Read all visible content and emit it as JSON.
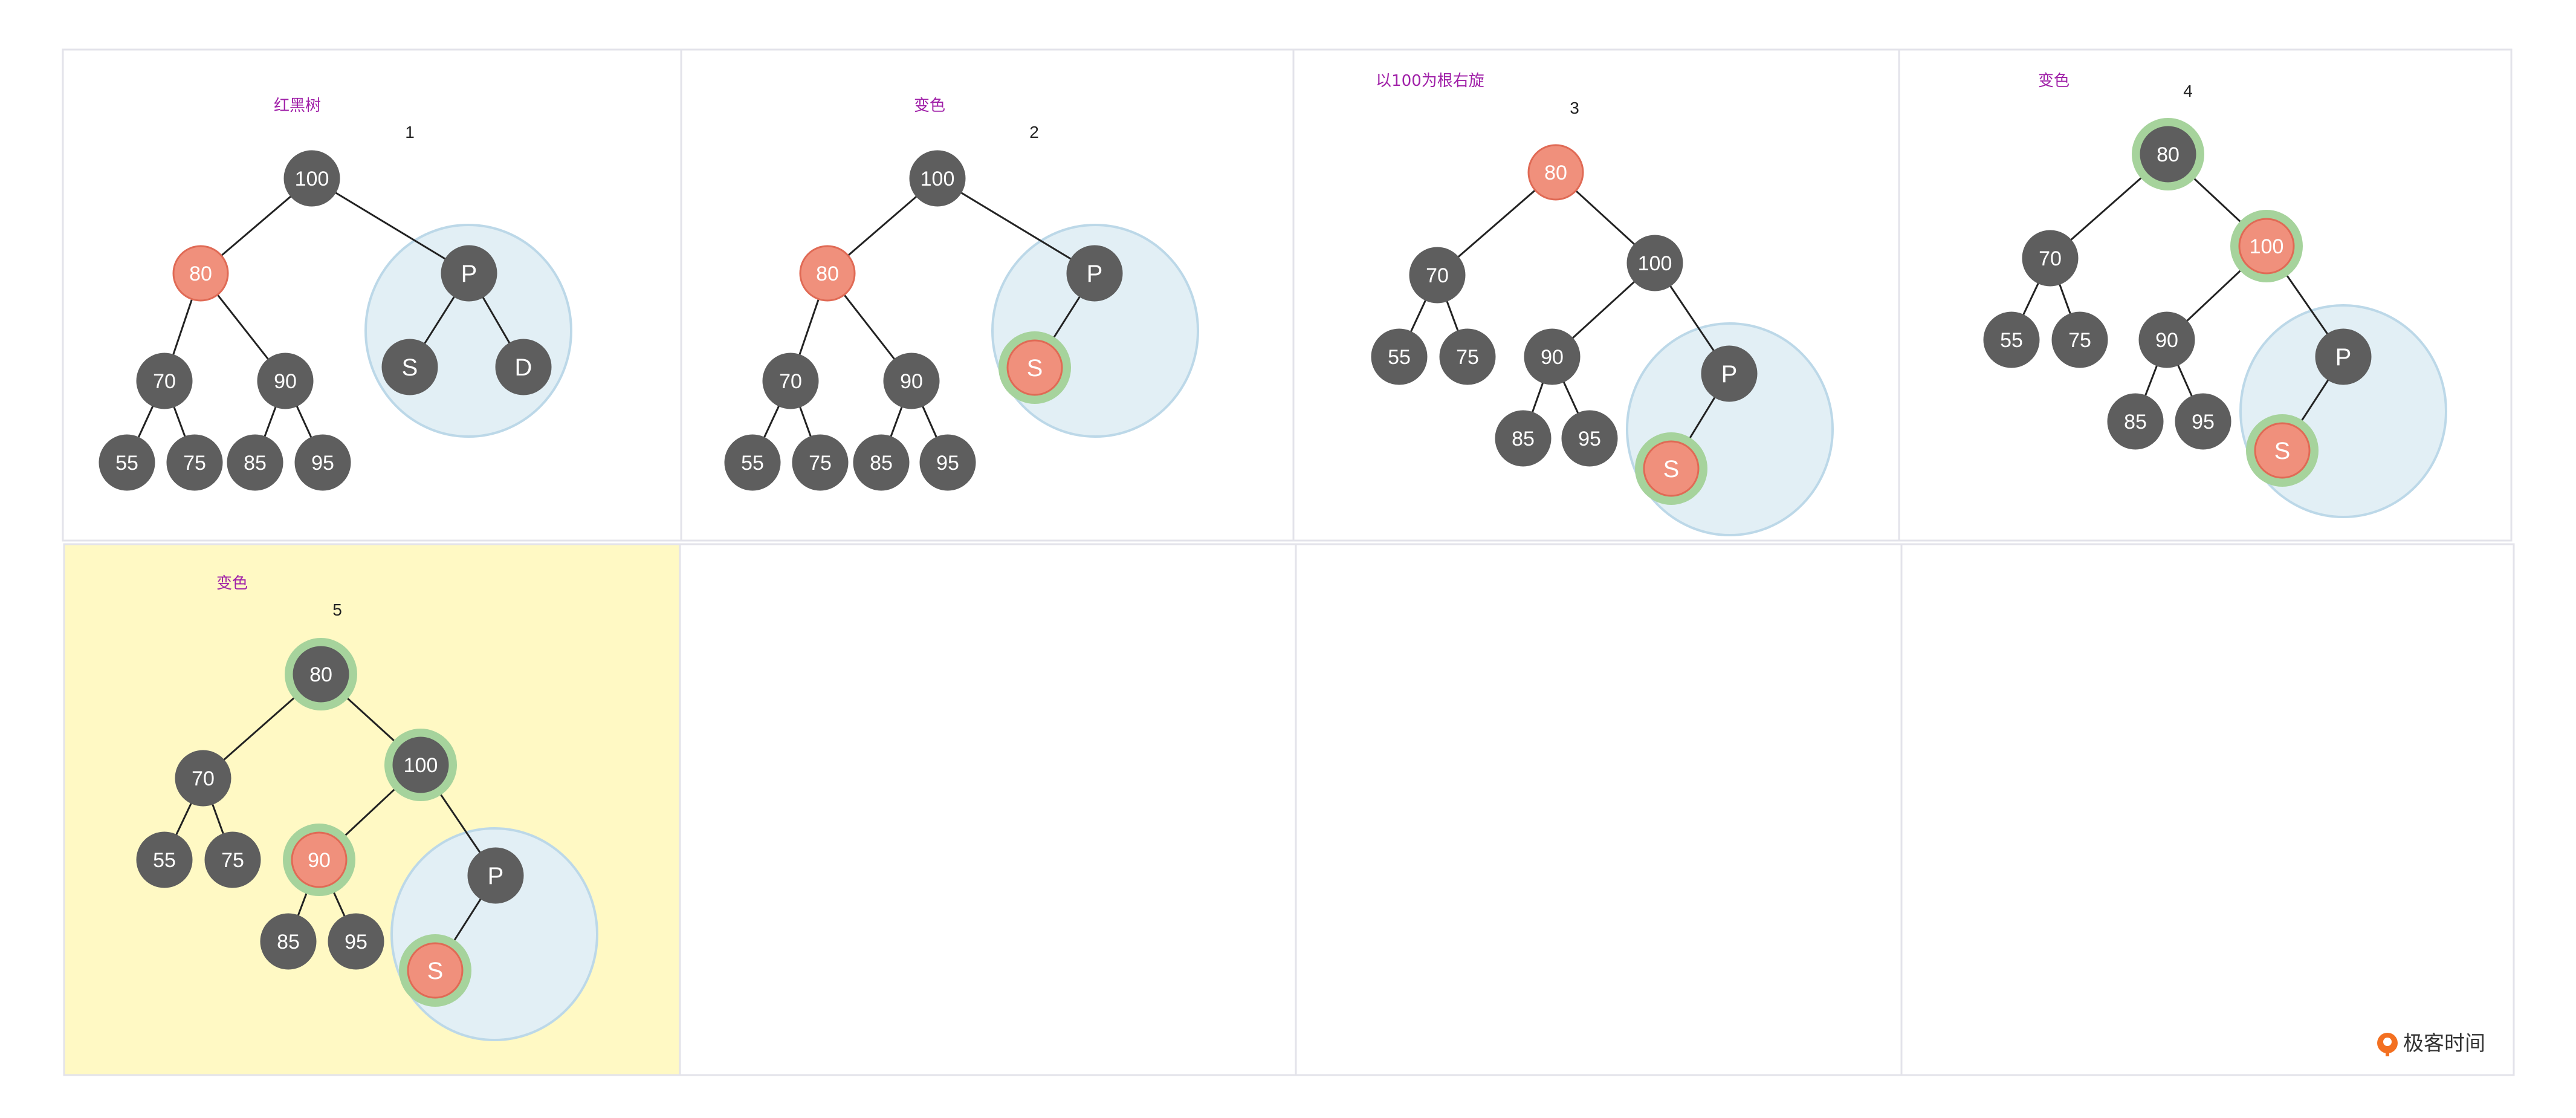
{
  "colors": {
    "black_node": "#5e5e5e",
    "red_node": "#f0907c",
    "red_node_border": "#e06a55",
    "halo": "#a6d39c",
    "subtree_fill": "#e2eff5",
    "subtree_stroke": "#bcd8e8",
    "panel_border": "#e3e3ea",
    "highlight_panel": "#fff9c4",
    "title_color": "#a020a8",
    "brand_orange": "#f37021"
  },
  "panels": [
    {
      "title": "红黑树",
      "number": "1",
      "highlighted": false
    },
    {
      "title": "变色",
      "number": "2",
      "highlighted": false
    },
    {
      "title": "以100为根右旋",
      "number": "3",
      "highlighted": false
    },
    {
      "title": "变色",
      "number": "4",
      "highlighted": false
    },
    {
      "title": "变色",
      "number": "5",
      "highlighted": true
    },
    {
      "title": "",
      "number": "",
      "highlighted": false
    },
    {
      "title": "",
      "number": "",
      "highlighted": false
    },
    {
      "title": "",
      "number": "",
      "highlighted": false
    }
  ],
  "trees": [
    {
      "nodes": [
        {
          "id": "100",
          "label": "100",
          "color": "black"
        },
        {
          "id": "80",
          "label": "80",
          "color": "red"
        },
        {
          "id": "P",
          "label": "P",
          "color": "black"
        },
        {
          "id": "S",
          "label": "S",
          "color": "black"
        },
        {
          "id": "D",
          "label": "D",
          "color": "black"
        },
        {
          "id": "70",
          "label": "70",
          "color": "black"
        },
        {
          "id": "90",
          "label": "90",
          "color": "black"
        },
        {
          "id": "55",
          "label": "55",
          "color": "black"
        },
        {
          "id": "75",
          "label": "75",
          "color": "black"
        },
        {
          "id": "85",
          "label": "85",
          "color": "black"
        },
        {
          "id": "95",
          "label": "95",
          "color": "black"
        }
      ],
      "edges": [
        [
          "100",
          "80"
        ],
        [
          "100",
          "P"
        ],
        [
          "80",
          "70"
        ],
        [
          "80",
          "90"
        ],
        [
          "70",
          "55"
        ],
        [
          "70",
          "75"
        ],
        [
          "90",
          "85"
        ],
        [
          "90",
          "95"
        ],
        [
          "P",
          "S"
        ],
        [
          "P",
          "D"
        ]
      ]
    },
    {
      "nodes": [
        {
          "id": "100",
          "label": "100",
          "color": "black"
        },
        {
          "id": "80",
          "label": "80",
          "color": "red"
        },
        {
          "id": "P",
          "label": "P",
          "color": "black"
        },
        {
          "id": "S",
          "label": "S",
          "color": "red",
          "halo": true
        },
        {
          "id": "70",
          "label": "70",
          "color": "black"
        },
        {
          "id": "90",
          "label": "90",
          "color": "black"
        },
        {
          "id": "55",
          "label": "55",
          "color": "black"
        },
        {
          "id": "75",
          "label": "75",
          "color": "black"
        },
        {
          "id": "85",
          "label": "85",
          "color": "black"
        },
        {
          "id": "95",
          "label": "95",
          "color": "black"
        }
      ],
      "edges": [
        [
          "100",
          "80"
        ],
        [
          "100",
          "P"
        ],
        [
          "80",
          "70"
        ],
        [
          "80",
          "90"
        ],
        [
          "70",
          "55"
        ],
        [
          "70",
          "75"
        ],
        [
          "90",
          "85"
        ],
        [
          "90",
          "95"
        ],
        [
          "P",
          "S"
        ]
      ]
    },
    {
      "nodes": [
        {
          "id": "80",
          "label": "80",
          "color": "red"
        },
        {
          "id": "70",
          "label": "70",
          "color": "black"
        },
        {
          "id": "100",
          "label": "100",
          "color": "black"
        },
        {
          "id": "55",
          "label": "55",
          "color": "black"
        },
        {
          "id": "75",
          "label": "75",
          "color": "black"
        },
        {
          "id": "90",
          "label": "90",
          "color": "black"
        },
        {
          "id": "P",
          "label": "P",
          "color": "black"
        },
        {
          "id": "85",
          "label": "85",
          "color": "black"
        },
        {
          "id": "95",
          "label": "95",
          "color": "black"
        },
        {
          "id": "S",
          "label": "S",
          "color": "red",
          "halo": true
        }
      ],
      "edges": [
        [
          "80",
          "70"
        ],
        [
          "80",
          "100"
        ],
        [
          "70",
          "55"
        ],
        [
          "70",
          "75"
        ],
        [
          "100",
          "90"
        ],
        [
          "100",
          "P"
        ],
        [
          "90",
          "85"
        ],
        [
          "90",
          "95"
        ],
        [
          "P",
          "S"
        ]
      ]
    },
    {
      "nodes": [
        {
          "id": "80",
          "label": "80",
          "color": "black",
          "halo": true
        },
        {
          "id": "70",
          "label": "70",
          "color": "black"
        },
        {
          "id": "100",
          "label": "100",
          "color": "red",
          "halo": true
        },
        {
          "id": "55",
          "label": "55",
          "color": "black"
        },
        {
          "id": "75",
          "label": "75",
          "color": "black"
        },
        {
          "id": "90",
          "label": "90",
          "color": "black"
        },
        {
          "id": "P",
          "label": "P",
          "color": "black"
        },
        {
          "id": "85",
          "label": "85",
          "color": "black"
        },
        {
          "id": "95",
          "label": "95",
          "color": "black"
        },
        {
          "id": "S",
          "label": "S",
          "color": "red",
          "halo": true
        }
      ],
      "edges": [
        [
          "80",
          "70"
        ],
        [
          "80",
          "100"
        ],
        [
          "70",
          "55"
        ],
        [
          "70",
          "75"
        ],
        [
          "100",
          "90"
        ],
        [
          "100",
          "P"
        ],
        [
          "90",
          "85"
        ],
        [
          "90",
          "95"
        ],
        [
          "P",
          "S"
        ]
      ]
    },
    {
      "nodes": [
        {
          "id": "80",
          "label": "80",
          "color": "black",
          "halo": true
        },
        {
          "id": "70",
          "label": "70",
          "color": "black"
        },
        {
          "id": "100",
          "label": "100",
          "color": "black",
          "halo": true
        },
        {
          "id": "55",
          "label": "55",
          "color": "black"
        },
        {
          "id": "75",
          "label": "75",
          "color": "black"
        },
        {
          "id": "90",
          "label": "90",
          "color": "red",
          "halo": true
        },
        {
          "id": "P",
          "label": "P",
          "color": "black"
        },
        {
          "id": "85",
          "label": "85",
          "color": "black"
        },
        {
          "id": "95",
          "label": "95",
          "color": "black"
        },
        {
          "id": "S",
          "label": "S",
          "color": "red",
          "halo": true
        }
      ],
      "edges": [
        [
          "80",
          "70"
        ],
        [
          "80",
          "100"
        ],
        [
          "70",
          "55"
        ],
        [
          "70",
          "75"
        ],
        [
          "100",
          "90"
        ],
        [
          "100",
          "P"
        ],
        [
          "90",
          "85"
        ],
        [
          "90",
          "95"
        ],
        [
          "P",
          "S"
        ]
      ]
    }
  ],
  "brand": {
    "text": "极客时间",
    "icon": "geektime-logo-icon"
  }
}
